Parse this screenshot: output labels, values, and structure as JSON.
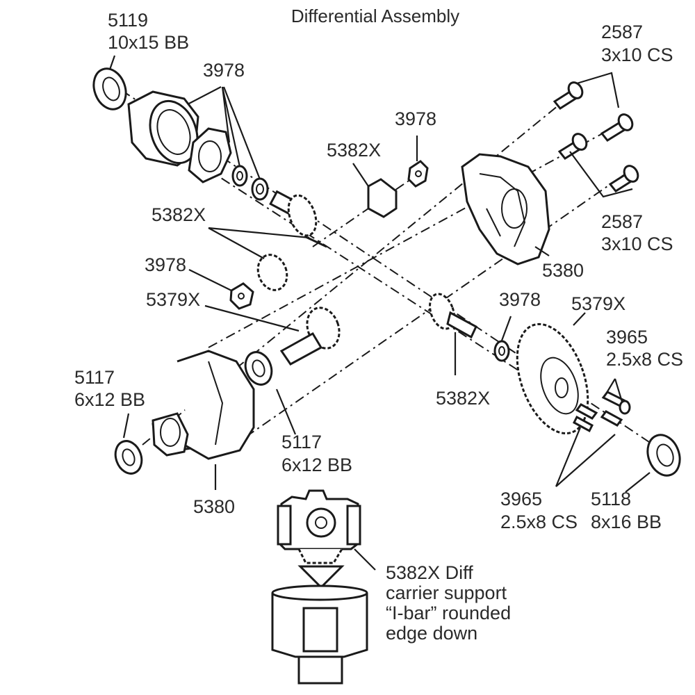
{
  "title": "Differential Assembly",
  "callouts": {
    "bb_10x15_num": "5119",
    "bb_10x15_desc": "10x15 BB",
    "spacer_top_left": "3978",
    "spacer_center": "3978",
    "spacer_left_mid": "3978",
    "spacer_right_mid": "3978",
    "carrier_top": "5382X",
    "carrier_left": "5382X",
    "carrier_right": "5382X",
    "gear_5379_left": "5379X",
    "gear_5379_right": "5379X",
    "screw_top_num": "2587",
    "screw_top_desc": "3x10 CS",
    "screw_mid_num": "2587",
    "screw_mid_desc": "3x10 CS",
    "housing_right": "5380",
    "housing_left": "5380",
    "screw_small_top_num": "3965",
    "screw_small_top_desc": "2.5x8 CS",
    "screw_small_bot_num": "3965",
    "screw_small_bot_desc": "2.5x8 CS",
    "bb_6x12_left_num": "5117",
    "bb_6x12_left_desc": "6x12 BB",
    "bb_6x12_mid_num": "5117",
    "bb_6x12_mid_desc": "6x12 BB",
    "bb_8x16_num": "5118",
    "bb_8x16_desc": "8x16 BB"
  },
  "inset_note": {
    "line1": "5382X Diff",
    "line2": "carrier support",
    "line3": "“I-bar” rounded",
    "line4": "edge down"
  }
}
